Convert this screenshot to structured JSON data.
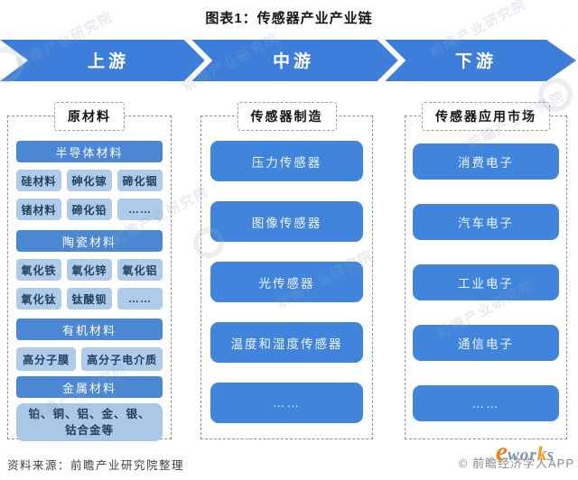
{
  "title": "图表1：传感器产业产业链",
  "ribbon": {
    "segments": [
      "上游",
      "中游",
      "下游"
    ]
  },
  "columns": [
    {
      "header": "原材料",
      "sections": [
        {
          "bar": "半导体材料",
          "rows": [
            [
              "硅材料",
              "砷化镓",
              "碲化铟"
            ],
            [
              "锗材料",
              "碲化铅",
              "……"
            ]
          ]
        },
        {
          "bar": "陶瓷材料",
          "rows": [
            [
              "氧化铁",
              "氧化锌",
              "氧化铝"
            ],
            [
              "氧化钛",
              "钛酸钡",
              "……"
            ]
          ]
        },
        {
          "bar": "有机材料",
          "rows": [
            [
              "高分子膜",
              "高分子电介质"
            ]
          ]
        },
        {
          "bar": "金属材料",
          "rows": [
            [
              "铂、铜、铝、金、银、钴合金等"
            ]
          ]
        }
      ]
    },
    {
      "header": "传感器制造",
      "boxes": [
        "压力传感器",
        "图像传感器",
        "光传感器",
        "温度和湿度传感器",
        "……"
      ]
    },
    {
      "header": "传感器应用市场",
      "boxes": [
        "消费电子",
        "汽车电子",
        "工业电子",
        "通信电子",
        "……"
      ]
    }
  ],
  "source": "资料来源：前瞻产业研究院整理",
  "watermark": {
    "diagonal": "前瞻产业研究院",
    "footer": "© 前瞻经济学人APP",
    "logo": {
      "e": "e",
      "part1": "wor",
      "k": "k",
      "part2": "s"
    }
  },
  "colors": {
    "ribbon_blue": "#3d7edb",
    "section_bar_blue": "#4c87d4",
    "big_box_blue": "#4184db",
    "light_box_blue": "#aecbe9",
    "light_box_text": "#24405e"
  }
}
